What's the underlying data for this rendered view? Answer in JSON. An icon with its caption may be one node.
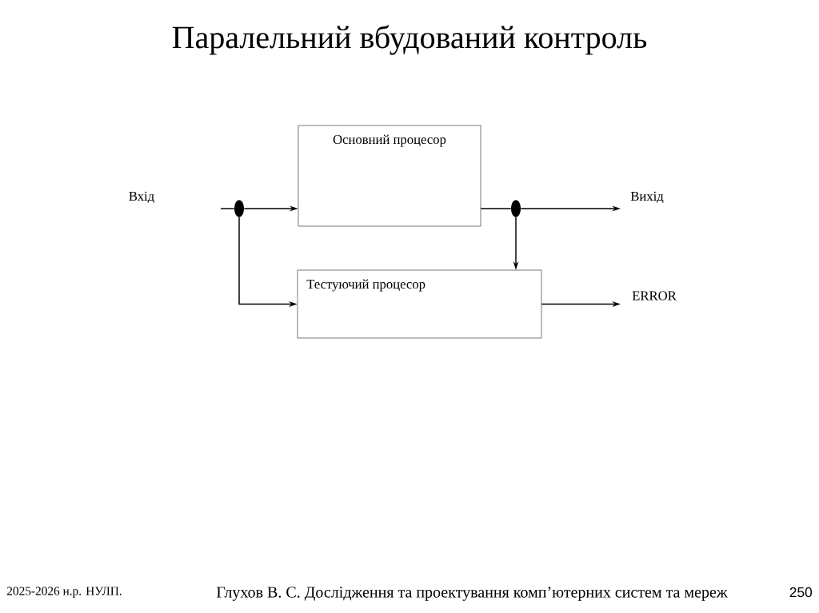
{
  "diagram": {
    "title": "Паралельний вбудований контроль",
    "nodes": [
      {
        "text": [
          "Основний процесор"
        ]
      },
      {
        "text": [
          "Тестуючий процесор"
        ]
      },
      {
        "text": [],
        "shape": "circle"
      },
      {
        "text": [],
        "shape": "circle"
      }
    ],
    "edges": [
      {
        "from": null,
        "to": 2,
        "arrow": "none"
      },
      {
        "from": 2,
        "to": 0,
        "arrow": "to"
      },
      {
        "from": 2,
        "to": 1,
        "arrow": "to"
      },
      {
        "from": 0,
        "to": 3,
        "arrow": "none"
      },
      {
        "from": 3,
        "to": null,
        "arrow": "to"
      },
      {
        "from": 3,
        "to": 1,
        "arrow": "to"
      },
      {
        "from": 1,
        "to": null,
        "arrow": "to"
      }
    ],
    "labels": [
      "Вхід",
      "Вихід",
      "ERROR",
      "2025-2026 н.р. НУЛП.",
      "Глухов В. С. Дослідження та проектування комп’ютерних систем та мереж",
      "250"
    ]
  }
}
